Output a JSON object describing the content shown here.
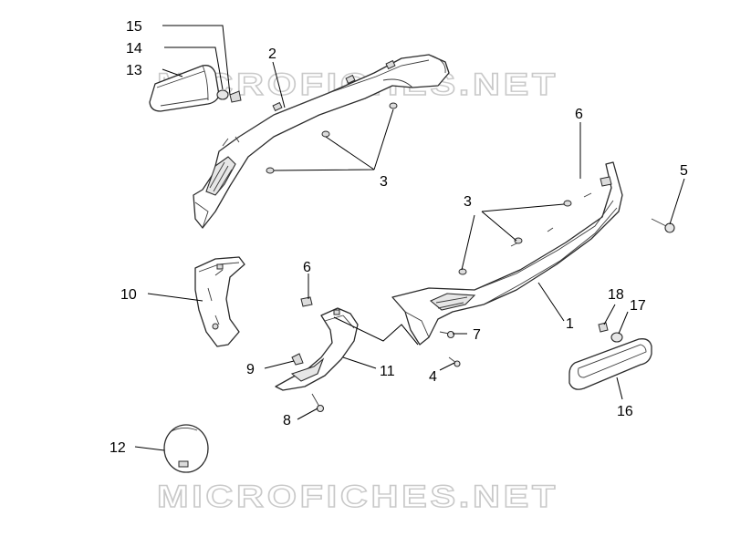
{
  "watermark": {
    "top_text": "MICROFICHES.NET",
    "bottom_text": "MICROFICHES.NET"
  },
  "callouts": [
    {
      "id": "15",
      "text": "15"
    },
    {
      "id": "14",
      "text": "14"
    },
    {
      "id": "13",
      "text": "13"
    },
    {
      "id": "2",
      "text": "2"
    },
    {
      "id": "3a",
      "text": "3"
    },
    {
      "id": "6a",
      "text": "6"
    },
    {
      "id": "5",
      "text": "5"
    },
    {
      "id": "3b",
      "text": "3"
    },
    {
      "id": "10",
      "text": "10"
    },
    {
      "id": "6b",
      "text": "6"
    },
    {
      "id": "1",
      "text": "1"
    },
    {
      "id": "18",
      "text": "18"
    },
    {
      "id": "17",
      "text": "17"
    },
    {
      "id": "7",
      "text": "7"
    },
    {
      "id": "9",
      "text": "9"
    },
    {
      "id": "11",
      "text": "11"
    },
    {
      "id": "4",
      "text": "4"
    },
    {
      "id": "16",
      "text": "16"
    },
    {
      "id": "8",
      "text": "8"
    },
    {
      "id": "12",
      "text": "12"
    }
  ]
}
